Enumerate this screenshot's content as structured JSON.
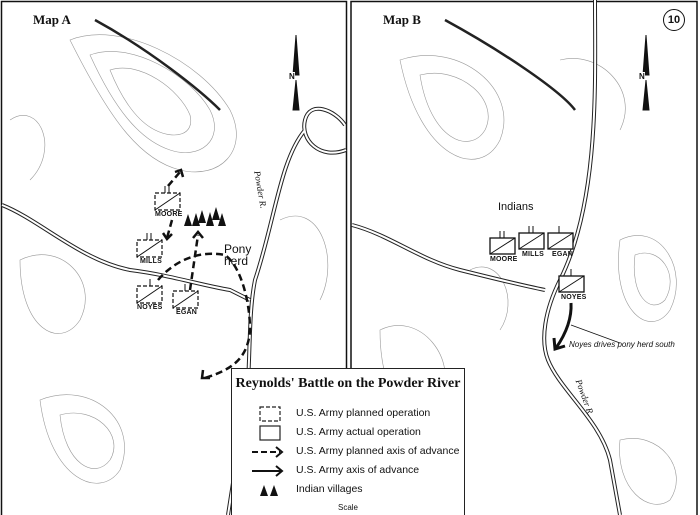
{
  "map_a": {
    "title": "Map A",
    "units": [
      "MOORE",
      "MILLS",
      "NOYES",
      "EGAN"
    ],
    "pony_herd_label": "Pony\nherd",
    "river_label": "Powder R.",
    "north_label": "N"
  },
  "map_b": {
    "title": "Map B",
    "map_number": "10",
    "indians_label": "Indians",
    "units": [
      "MOORE",
      "MILLS",
      "EGAN",
      "NOYES"
    ],
    "annotation": "Noyes drives pony herd south",
    "river_label": "Powder R.",
    "north_label": "N"
  },
  "legend": {
    "title": "Reynolds' Battle on the Powder River",
    "items": [
      {
        "icon": "dashed-box-icon",
        "label": "U.S. Army planned operation"
      },
      {
        "icon": "solid-box-icon",
        "label": "U.S. Army actual operation"
      },
      {
        "icon": "dashed-arrow-icon",
        "label": "U.S. Army planned axis of advance"
      },
      {
        "icon": "solid-arrow-icon",
        "label": "U.S. Army axis of advance"
      },
      {
        "icon": "tepee-icon",
        "label": "Indian villages"
      }
    ],
    "scale_label": "Scale"
  }
}
